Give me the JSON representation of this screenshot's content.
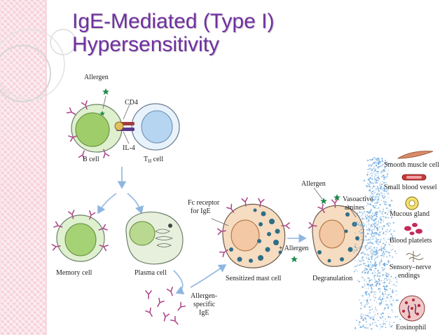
{
  "title": {
    "line1": "IgE-Mediated (Type I)",
    "line2": "Hypersensitivity"
  },
  "labels": {
    "allergen_top": "Allergen",
    "cd4": "CD4",
    "il4": "IL-4",
    "b_cell": "B cell",
    "th_cell_main": "T",
    "th_cell_sub": "H",
    "th_cell_suffix": " cell",
    "memory_cell": "Memory cell",
    "plasma_cell": "Plasma cell",
    "allergen_specific_1": "Allergen-",
    "allergen_specific_2": "specific",
    "allergen_specific_3": "IgE",
    "fc_receptor_1": "Fc receptor",
    "fc_receptor_2": "for IgE",
    "sensitized_mast_cell": "Sensitized mast cell",
    "plus_allergen": "+ Allergen",
    "allergen_right": "Allergen",
    "vasoactive_1": "Vasoactive",
    "vasoactive_2": "amines",
    "degranulation": "Degranulation",
    "smooth_muscle": "Smooth muscle cell",
    "blood_vessel": "Small blood vessel",
    "mucous_gland": "Mucous gland",
    "platelets": "Blood platelets",
    "nerve_1": "Sensory–nerve",
    "nerve_2": "endings",
    "eosinophil": "Eosinophil"
  },
  "colors": {
    "title": "#7030a0",
    "band": "#f7d3dc",
    "arrow": "#8fb6e0",
    "allergen": "#1e8a4a",
    "antibody": "#b04a8c",
    "granule": "#2e6e88",
    "cell_green": "#c8e2a0",
    "cell_blue": "#c4ddf2",
    "mast": "#f6dcc0"
  }
}
